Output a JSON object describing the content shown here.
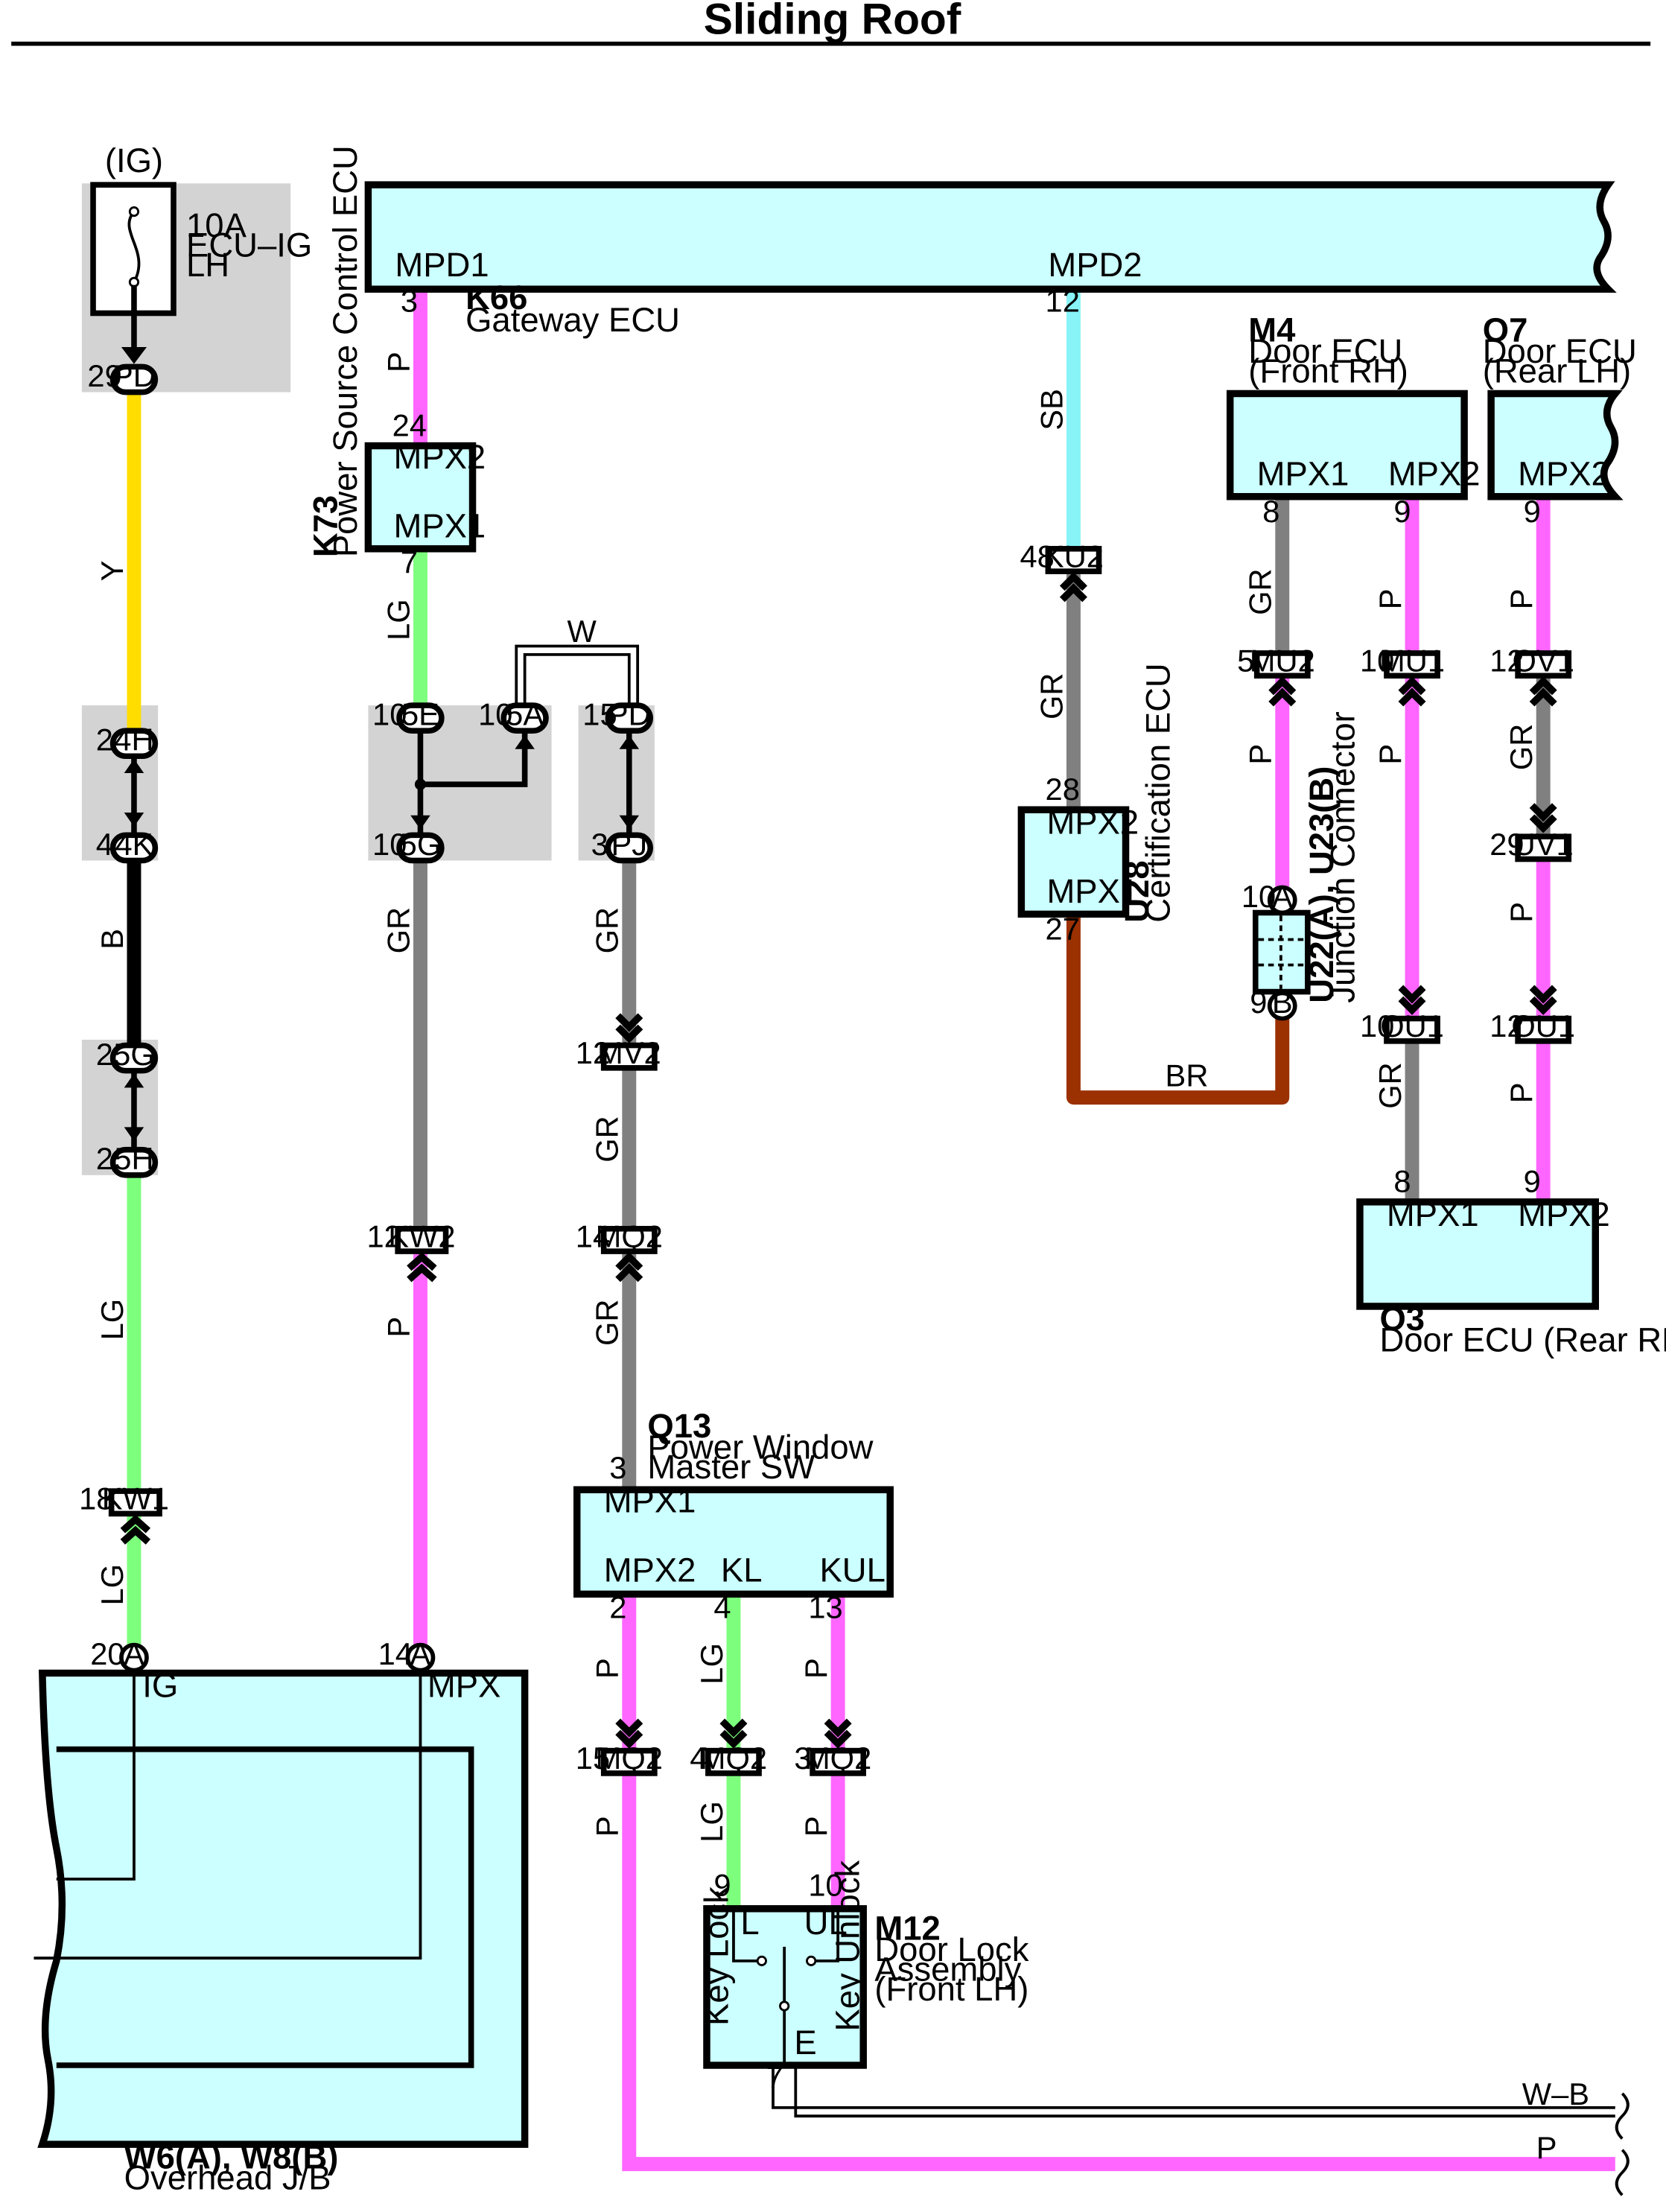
{
  "title": "Sliding Roof",
  "colors": {
    "P": "#ff66ff",
    "Y": "#ffdd00",
    "LG": "#7dff7d",
    "B": "#000000",
    "GR": "#808080",
    "SB": "#88f4f8",
    "BR": "#9b3000",
    "ecu_fill": "#ccffff",
    "jb_fill": "#d3d3d3"
  },
  "fuse": {
    "supply": "(IG)",
    "rating": "10A",
    "name_line1": "ECU–IG",
    "name_line2": "LH",
    "out_pin": "29",
    "out_conn": "PD"
  },
  "components": {
    "K66": {
      "code": "K66",
      "name": "Gateway ECU",
      "term1": "MPD1",
      "term2": "MPD2"
    },
    "K73": {
      "code": "K73",
      "name": "Power Source Control ECU",
      "term_top": "MPX2",
      "term_bottom": "MPX1",
      "pin_top": "24",
      "pin_bottom": "7"
    },
    "M4": {
      "code": "M4",
      "name_line1": "Door ECU",
      "name_line2": "(Front RH)",
      "term1": "MPX1",
      "term2": "MPX2",
      "pin1": "8",
      "pin2": "9"
    },
    "O7": {
      "code": "O7",
      "name_line1": "Door ECU",
      "name_line2": "(Rear LH)",
      "term": "MPX2",
      "pin": "9"
    },
    "U28": {
      "code": "U28",
      "name": "Certification ECU",
      "term_top": "MPX2",
      "term_bottom": "MPX1",
      "pin_top": "28",
      "pin_bottom": "27"
    },
    "U22": {
      "code": "U22(A), U23(B)",
      "name": "Junction Connector",
      "pin_a": "10",
      "conn_a": "A",
      "pin_b": "9",
      "conn_b": "B"
    },
    "O3": {
      "code": "O3",
      "name": "Door ECU (Rear RH)",
      "term1": "MPX1",
      "term2": "MPX2",
      "pin1": "8",
      "pin2": "9"
    },
    "Q13": {
      "code": "Q13",
      "name_line1": "Power Window",
      "name_line2": "Master SW",
      "term_top": "MPX1",
      "term_mpx2": "MPX2",
      "term_kl": "KL",
      "term_kul": "KUL",
      "pin_top": "3",
      "pin_mpx2": "2",
      "pin_kl": "4",
      "pin_kul": "13"
    },
    "M12": {
      "code": "M12",
      "name_line1": "Door Lock",
      "name_line2": "Assembly",
      "name_line3": "(Front LH)",
      "term_l": "L",
      "term_ul": "UL",
      "term_e": "E",
      "key_lock": "Key Lock",
      "key_unlock": "Key Unlock",
      "pin_l": "9",
      "pin_ul": "10",
      "pin_e": "7"
    },
    "W6": {
      "code": "W6(A), W8(B)",
      "name": "Overhead J/B",
      "term_ig": "IG",
      "term_mpx": "MPX",
      "pin_ig": "20",
      "pin_mpx": "14",
      "conn": "A"
    }
  },
  "connectors": {
    "c_4H": {
      "pin": "2",
      "name": "4H"
    },
    "c_4K": {
      "pin": "4",
      "name": "4K"
    },
    "c_5G_l": {
      "pin": "2",
      "name": "5G"
    },
    "c_5H": {
      "pin": "2",
      "name": "5H"
    },
    "c_KW1": {
      "pin": "18",
      "name": "KW1"
    },
    "c_5E": {
      "pin": "10",
      "name": "5E"
    },
    "c_5A": {
      "pin": "10",
      "name": "5A"
    },
    "c_5G_m": {
      "pin": "10",
      "name": "5G"
    },
    "c_PD_m": {
      "pin": "15",
      "name": "PD"
    },
    "c_PJ": {
      "pin": "3",
      "name": "PJ"
    },
    "c_KW2": {
      "pin": "12",
      "name": "KW2"
    },
    "c_MV2": {
      "pin": "12",
      "name": "MV2"
    },
    "c_MQ2_a": {
      "pin": "14",
      "name": "MQ2"
    },
    "c_KU2": {
      "pin": "48",
      "name": "KU2"
    },
    "c_MU2": {
      "pin": "5",
      "name": "MU2"
    },
    "c_MU1": {
      "pin": "10",
      "name": "MU1"
    },
    "c_OV1": {
      "pin": "12",
      "name": "OV1"
    },
    "c_UV1": {
      "pin": "29",
      "name": "UV1"
    },
    "c_OU1_a": {
      "pin": "10",
      "name": "OU1"
    },
    "c_OU1_b": {
      "pin": "12",
      "name": "OU1"
    },
    "c_MQ2_b": {
      "pin": "15",
      "name": "MQ2"
    },
    "c_MQ2_c": {
      "pin": "4",
      "name": "MQ2"
    },
    "c_MQ2_d": {
      "pin": "3",
      "name": "MQ2"
    }
  },
  "pins": {
    "k66_mpd1": "3",
    "k66_mpd2": "12"
  },
  "wire_labels": {
    "w1_y": "Y",
    "w1_b": "B",
    "w1_lg1": "LG",
    "w1_lg2": "LG",
    "w2_p": "P",
    "w2_lg": "LG",
    "w2_gr": "GR",
    "w2_p2": "P",
    "w_bridge": "W",
    "w3_gr1": "GR",
    "w3_gr2": "GR",
    "w3_gr3": "GR",
    "w4_sb": "SB",
    "w4_gr": "GR",
    "w4_br": "BR",
    "w5_gr": "GR",
    "w5_p": "P",
    "w6_p1": "P",
    "w6_p2": "P",
    "w6_gr": "GR",
    "w7_p1": "P",
    "w7_gr": "GR",
    "w7_p2": "P",
    "w7_p3": "P",
    "w8_p1": "P",
    "w8_p2": "P",
    "w9_lg1": "LG",
    "w9_lg2": "LG",
    "w10_p1": "P",
    "w10_p2": "P",
    "bottom_wb": "W–B",
    "bottom_p": "P"
  }
}
